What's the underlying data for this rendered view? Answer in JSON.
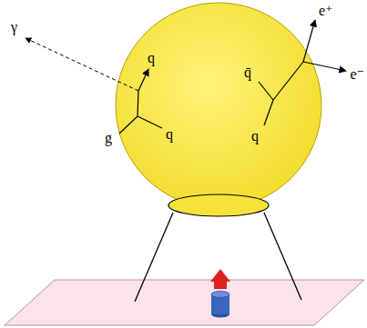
{
  "diagram": {
    "labels": [
      "γ",
      "q",
      "g",
      "q",
      "q̄",
      "q",
      "e⁺",
      "e⁻"
    ]
  }
}
